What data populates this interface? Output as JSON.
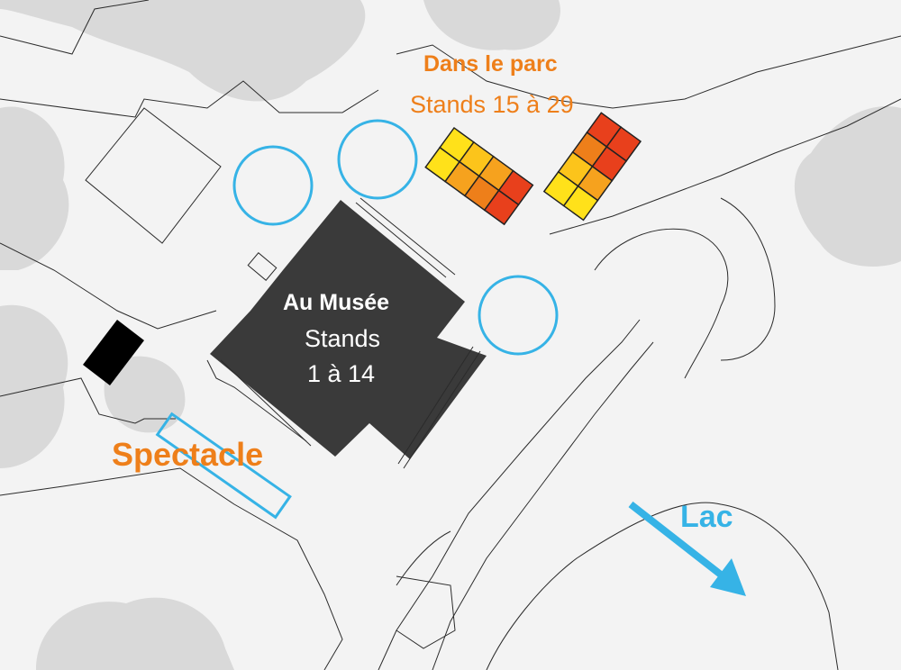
{
  "colors": {
    "background": "#f3f3f3",
    "vegetation": "#d9d9d9",
    "outline": "#2b2b2b",
    "museum": "#3a3a3a",
    "accent_orange": "#ee7f1a",
    "accent_blue": "#36b3e6",
    "stand_yellow": "#ffe11a",
    "stand_orange": "#f6a21e",
    "stand_red": "#e8401c",
    "dark_building": "#000000"
  },
  "labels": {
    "park_title": "Dans le parc",
    "park_stands": "Stands 15 à 29",
    "museum_title": "Au Musée",
    "museum_stands_line1": "Stands",
    "museum_stands_line2": "1 à 14",
    "show": "Spectacle",
    "lake": "Lac"
  },
  "icons": {
    "lake_direction": "arrow-down-right-icon",
    "stall_circles": "circle-outline-icon"
  }
}
